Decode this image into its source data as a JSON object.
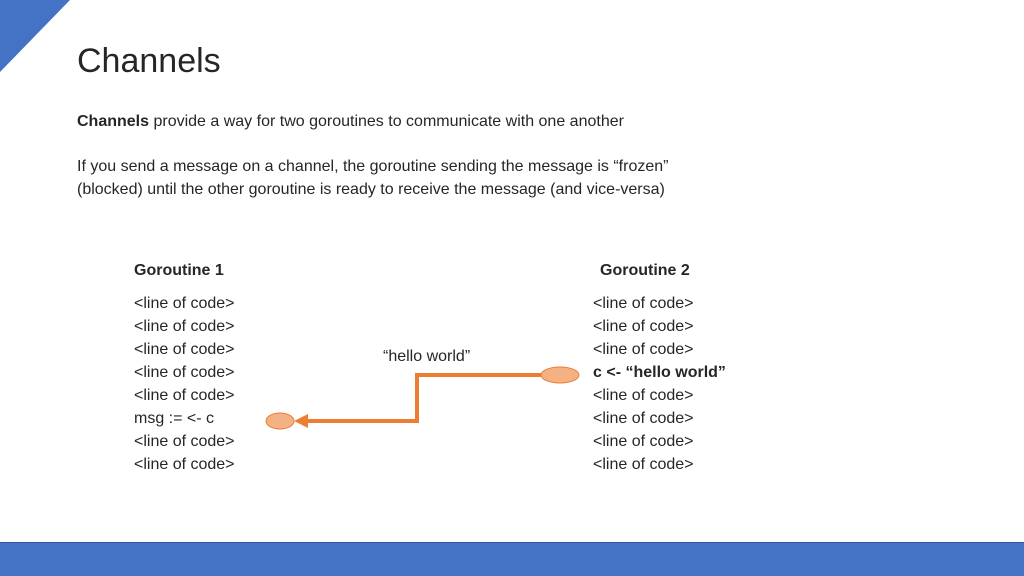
{
  "slide": {
    "title": "Channels",
    "intro_bold": "Channels",
    "intro_rest": " provide a way for two goroutines to communicate with one another",
    "para2_line1": "If you send a message on a channel, the goroutine sending the message is “frozen”",
    "para2_line2": "(blocked) until the other goroutine is ready to receive the message (and vice-versa)"
  },
  "goroutine1": {
    "heading": "Goroutine 1",
    "lines": [
      "<line of code>",
      "<line of code>",
      "<line of code>",
      "<line of code>",
      "<line of code>",
      "msg := <- c",
      "<line of code>",
      "<line of code>"
    ]
  },
  "goroutine2": {
    "heading": "Goroutine 2",
    "lines": [
      "<line of code>",
      "<line of code>",
      "<line of code>",
      "c <- “hello world”",
      "<line of code>",
      "<line of code>",
      "<line of code>",
      "<line of code>"
    ]
  },
  "message": {
    "label": "“hello world”"
  },
  "colors": {
    "accent_blue": "#4472c4",
    "arrow_orange": "#ed7d31",
    "node_fill": "#f4b183"
  }
}
